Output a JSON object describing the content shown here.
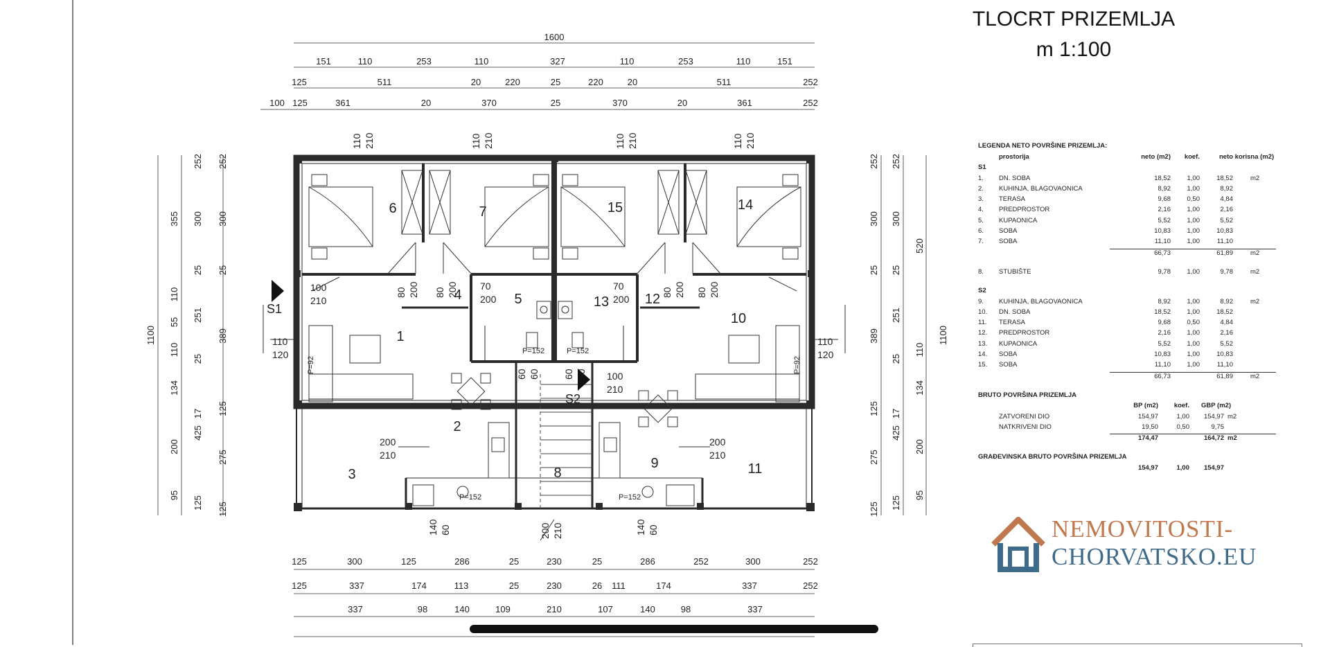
{
  "title": {
    "line1": "TLOCRT  PRIZEMLJA",
    "line2": "m 1:100"
  },
  "dimensions": {
    "top_overall": "1600",
    "top_row1": [
      "151",
      "110",
      "253",
      "110",
      "327",
      "110",
      "253",
      "110",
      "151"
    ],
    "top_row2": [
      "125",
      "511",
      "20",
      "220",
      "25",
      "220",
      "20",
      "511",
      "252"
    ],
    "top_row3": [
      "100",
      "125",
      "361",
      "20",
      "370",
      "25",
      "370",
      "20",
      "361",
      "252"
    ],
    "bottom_row1": [
      "125",
      "300",
      "125",
      "286",
      "25",
      "230",
      "25",
      "286",
      "252",
      "300",
      "252"
    ],
    "bottom_row2": [
      "125",
      "337",
      "174",
      "113",
      "25",
      "230",
      "26",
      "111",
      "174",
      "337",
      "252"
    ],
    "bottom_row3": [
      "337",
      "98",
      "140",
      "109",
      "210",
      "107",
      "140",
      "98",
      "337"
    ],
    "left_overall": "1100",
    "left_col1": [
      "355",
      "110",
      "55",
      "110",
      "134",
      "200",
      "95"
    ],
    "left_col2": [
      "252",
      "300",
      "25",
      "251",
      "25",
      "17",
      "425",
      "125"
    ],
    "left_col3": [
      "252",
      "300",
      "25",
      "389",
      "125",
      "275",
      "125"
    ],
    "right_overall": "1100",
    "right_col1": [
      "252",
      "300",
      "25",
      "389",
      "125",
      "275",
      "125"
    ],
    "right_col2": [
      "252",
      "300",
      "25",
      "251",
      "25",
      "17",
      "425",
      "125"
    ],
    "right_col3": [
      "520",
      "110",
      "134",
      "200",
      "95"
    ]
  },
  "rooms": [
    "1",
    "2",
    "3",
    "4",
    "5",
    "6",
    "7",
    "8",
    "9",
    "10",
    "11",
    "12",
    "13",
    "14",
    "15"
  ],
  "openings": {
    "window_top_a": "110",
    "window_top_b": "210",
    "door_80": "80",
    "door_200": "200",
    "door_70": "70",
    "door_100": "100",
    "door_110": "110",
    "door_120": "120",
    "door_140": "140",
    "door_60": "60",
    "door_210": "210",
    "parapet_152": "P=152",
    "parapet_92": "P=92"
  },
  "sections": {
    "s1": "S1",
    "s2": "S2"
  },
  "legend": {
    "heading": "LEGENDA NETO POVRŠINE PRIZEMLJA:",
    "columns": {
      "room": "prostorija",
      "neto": "neto (m2)",
      "koef": "koef.",
      "korisna": "neto korisna (m2)"
    },
    "s1_label": "S1",
    "s1_rows": [
      {
        "no": "1.",
        "name": "DN. SOBA",
        "neto": "18,52",
        "koef": "1,00",
        "kor": "18,52",
        "unit": "m2"
      },
      {
        "no": "2.",
        "name": "KUHINJA, BLAGOVAONICA",
        "neto": "8,92",
        "koef": "1,00",
        "kor": "8,92",
        "unit": ""
      },
      {
        "no": "3.",
        "name": "TERASA",
        "neto": "9,68",
        "koef": "0,50",
        "kor": "4,84",
        "unit": ""
      },
      {
        "no": "4.",
        "name": "PREDPROSTOR",
        "neto": "2,16",
        "koef": "1,00",
        "kor": "2,16",
        "unit": ""
      },
      {
        "no": "5.",
        "name": "KUPAONICA",
        "neto": "5,52",
        "koef": "1,00",
        "kor": "5,52",
        "unit": ""
      },
      {
        "no": "6.",
        "name": "SOBA",
        "neto": "10,83",
        "koef": "1,00",
        "kor": "10,83",
        "unit": ""
      },
      {
        "no": "7.",
        "name": "SOBA",
        "neto": "11,10",
        "koef": "1,00",
        "kor": "11,10",
        "unit": ""
      }
    ],
    "s1_total": {
      "neto": "66,73",
      "kor": "61,89",
      "unit": "m2"
    },
    "stairs": {
      "no": "8.",
      "name": "STUBIŠTE",
      "neto": "9,78",
      "koef": "1,00",
      "kor": "9,78",
      "unit": "m2"
    },
    "s2_label": "S2",
    "s2_rows": [
      {
        "no": "9.",
        "name": "KUHINJA, BLAGOVAONICA",
        "neto": "8,92",
        "koef": "1,00",
        "kor": "8,92",
        "unit": "m2"
      },
      {
        "no": "10.",
        "name": "DN. SOBA",
        "neto": "18,52",
        "koef": "1,00",
        "kor": "18,52",
        "unit": ""
      },
      {
        "no": "11.",
        "name": "TERASA",
        "neto": "9,68",
        "koef": "0,50",
        "kor": "4,84",
        "unit": ""
      },
      {
        "no": "12.",
        "name": "PREDPROSTOR",
        "neto": "2,16",
        "koef": "1,00",
        "kor": "2,16",
        "unit": ""
      },
      {
        "no": "13.",
        "name": "KUPAONICA",
        "neto": "5,52",
        "koef": "1,00",
        "kor": "5,52",
        "unit": ""
      },
      {
        "no": "14.",
        "name": "SOBA",
        "neto": "10,83",
        "koef": "1,00",
        "kor": "10,83",
        "unit": ""
      },
      {
        "no": "15.",
        "name": "SOBA",
        "neto": "11,10",
        "koef": "1,00",
        "kor": "11,10",
        "unit": ""
      }
    ],
    "s2_total": {
      "neto": "66,73",
      "kor": "61,89",
      "unit": "m2"
    },
    "bruto_heading": "BRUTO POVRŠINA PRIZEMLJA",
    "bruto_columns": {
      "bp": "BP (m2)",
      "koef": "koef.",
      "gbp": "GBP (m2)"
    },
    "bruto_rows": [
      {
        "name": "ZATVORENI DIO",
        "bp": "154,97",
        "koef": "1,00",
        "gbp": "154,97",
        "unit": "m2"
      },
      {
        "name": "NATKRIVENI DIO",
        "bp": "19,50",
        "koef": "0,50",
        "gbp": "9,75",
        "unit": ""
      }
    ],
    "bruto_total": {
      "bp": "174,47",
      "gbp": "164,72",
      "unit": "m2"
    },
    "gradevinska_heading": "GRAĐEVINSKA BRUTO POVRŠINA PRIZEMLJA",
    "gradevinska_row": {
      "bp": "154,97",
      "koef": "1,00",
      "gbp": "154,97"
    }
  },
  "logo": {
    "line1": "NEMOVITOSTI-",
    "line2": "CHORVATSKO.EU"
  },
  "colors": {
    "wall": "#2a2a2a",
    "line": "#333333",
    "logo_orange": "#c0784e",
    "logo_blue": "#3f6b8a"
  }
}
